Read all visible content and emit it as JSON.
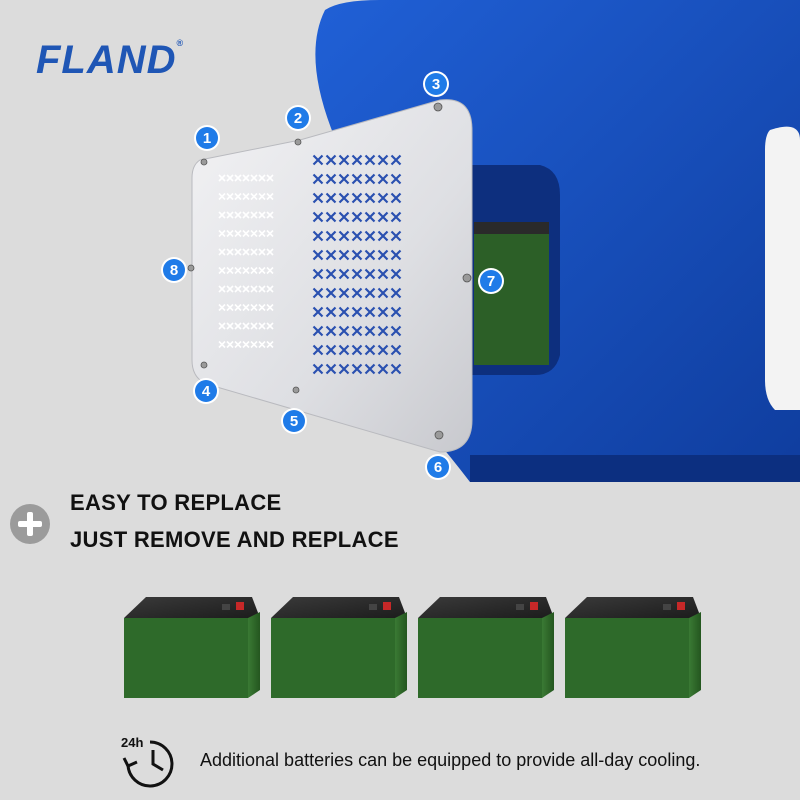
{
  "brand": {
    "name": "FLAND",
    "mark": "®"
  },
  "callouts": [
    "1",
    "2",
    "3",
    "4",
    "5",
    "6",
    "7",
    "8"
  ],
  "headline": {
    "line1": "EASY TO REPLACE",
    "line2": "JUST REMOVE AND REPLACE"
  },
  "icons": {
    "plus": "plus-circle-icon",
    "clock": "24h-clock-icon"
  },
  "clock_label": "24h",
  "footer": {
    "text": "Additional batteries can be equipped to provide all-day cooling."
  },
  "colors": {
    "brand_blue": "#1f56b5",
    "badge_blue": "#1f7be8",
    "housing_blue": "#1449b8",
    "battery_green": "#2e6a2a",
    "background": "#dcdcdc"
  },
  "batteries": {
    "count": 4
  }
}
